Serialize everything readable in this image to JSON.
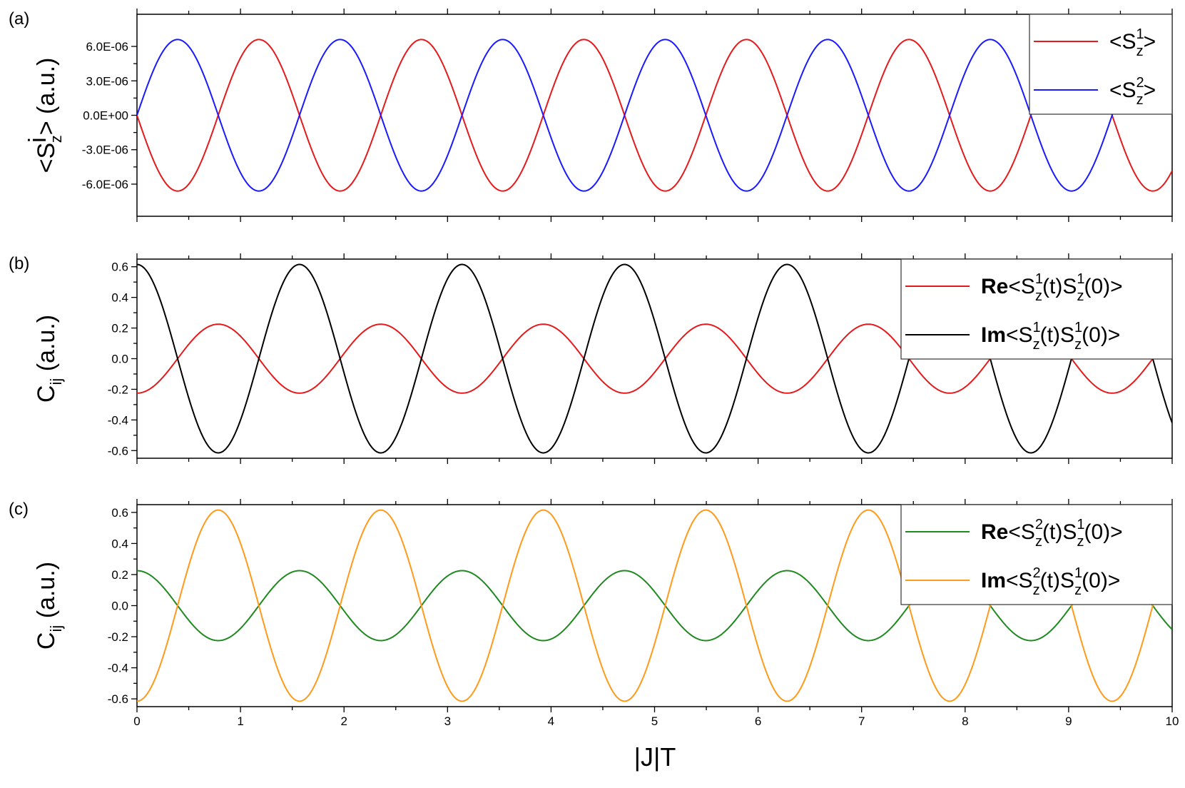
{
  "figure": {
    "xlabel": "|J|T",
    "x_ticks": [
      "0",
      "1",
      "2",
      "3",
      "4",
      "5",
      "6",
      "7",
      "8",
      "9",
      "10"
    ]
  },
  "chart_data": [
    {
      "type": "line",
      "panel": "(a)",
      "ylabel": {
        "pre": "<S",
        "sup": "i",
        "sub": "z",
        "post": "> (a.u.)"
      },
      "xlim": [
        0,
        10
      ],
      "ylim": [
        -8.8e-06,
        8.8e-06
      ],
      "y_ticks": [
        {
          "v": 6e-06,
          "label": "6.0E-06"
        },
        {
          "v": 3e-06,
          "label": "3.0E-06"
        },
        {
          "v": 0,
          "label": "0.0E+00"
        },
        {
          "v": -3e-06,
          "label": "-3.0E-06"
        },
        {
          "v": -6e-06,
          "label": "-6.0E-06"
        }
      ],
      "legend_position": "top-right",
      "series": [
        {
          "name": {
            "bold": "",
            "pre": "<S",
            "sup": "1",
            "sub": "z",
            "post": ">",
            "pre2": "",
            "sup2": "",
            "sub2": "",
            "post2": ""
          },
          "color": "#e41a1c",
          "amplitude": 6.6e-06,
          "phase": 0,
          "sign": -1,
          "func": "sin"
        },
        {
          "name": {
            "bold": "",
            "pre": "<S",
            "sup": "2",
            "sub": "z",
            "post": ">",
            "pre2": "",
            "sup2": "",
            "sub2": "",
            "post2": ""
          },
          "color": "#1a1aff",
          "amplitude": 6.6e-06,
          "phase": 0,
          "sign": 1,
          "func": "sin"
        }
      ],
      "period": 1.57,
      "legend": {
        "width": 200
      }
    },
    {
      "type": "line",
      "panel": "(b)",
      "ylabel": {
        "pre": "C",
        "sup": "",
        "sub": "ij",
        "post": " (a.u.)"
      },
      "xlim": [
        0,
        10
      ],
      "ylim": [
        -0.65,
        0.65
      ],
      "y_ticks": [
        {
          "v": 0.6,
          "label": "0.6"
        },
        {
          "v": 0.4,
          "label": "0.4"
        },
        {
          "v": 0.2,
          "label": "0.2"
        },
        {
          "v": 0,
          "label": "0.0"
        },
        {
          "v": -0.2,
          "label": "-0.2"
        },
        {
          "v": -0.4,
          "label": "-0.4"
        },
        {
          "v": -0.6,
          "label": "-0.6"
        }
      ],
      "legend_position": "top-right",
      "series": [
        {
          "name": {
            "bold": "Re",
            "pre": "<S",
            "sup": "1",
            "sub": "z",
            "post": "(t)",
            "pre2": "S",
            "sup2": "1",
            "sub2": "z",
            "post2": "(0)>"
          },
          "color": "#e41a1c",
          "amplitude": 0.225,
          "phase": 0,
          "sign": -1,
          "func": "cos"
        },
        {
          "name": {
            "bold": "Im",
            "pre": "<S",
            "sup": "1",
            "sub": "z",
            "post": "(t)",
            "pre2": "S",
            "sup2": "1",
            "sub2": "z",
            "post2": "(0)>"
          },
          "color": "#000000",
          "amplitude": 0.615,
          "phase": 0,
          "sign": 1,
          "func": "cos"
        }
      ],
      "period": 1.57,
      "legend": {
        "width": 380
      }
    },
    {
      "type": "line",
      "panel": "(c)",
      "ylabel": {
        "pre": "C",
        "sup": "",
        "sub": "ij",
        "post": " (a.u.)"
      },
      "xlim": [
        0,
        10
      ],
      "ylim": [
        -0.65,
        0.65
      ],
      "y_ticks": [
        {
          "v": 0.6,
          "label": "0.6"
        },
        {
          "v": 0.4,
          "label": "0.4"
        },
        {
          "v": 0.2,
          "label": "0.2"
        },
        {
          "v": 0,
          "label": "0.0"
        },
        {
          "v": -0.2,
          "label": "-0.2"
        },
        {
          "v": -0.4,
          "label": "-0.4"
        },
        {
          "v": -0.6,
          "label": "-0.6"
        }
      ],
      "legend_position": "top-right",
      "series": [
        {
          "name": {
            "bold": "Re",
            "pre": "<S",
            "sup": "2",
            "sub": "z",
            "post": "(t)",
            "pre2": "S",
            "sup2": "1",
            "sub2": "z",
            "post2": "(0)>"
          },
          "color": "#1f8a1f",
          "amplitude": 0.225,
          "phase": 0,
          "sign": 1,
          "func": "cos"
        },
        {
          "name": {
            "bold": "Im",
            "pre": "<S",
            "sup": "2",
            "sub": "z",
            "post": "(t)",
            "pre2": "S",
            "sup2": "1",
            "sub2": "z",
            "post2": "(0)>"
          },
          "color": "#ff9a1a",
          "amplitude": 0.615,
          "phase": 0,
          "sign": -1,
          "func": "cos"
        }
      ],
      "period": 1.57,
      "legend": {
        "width": 380
      }
    }
  ]
}
